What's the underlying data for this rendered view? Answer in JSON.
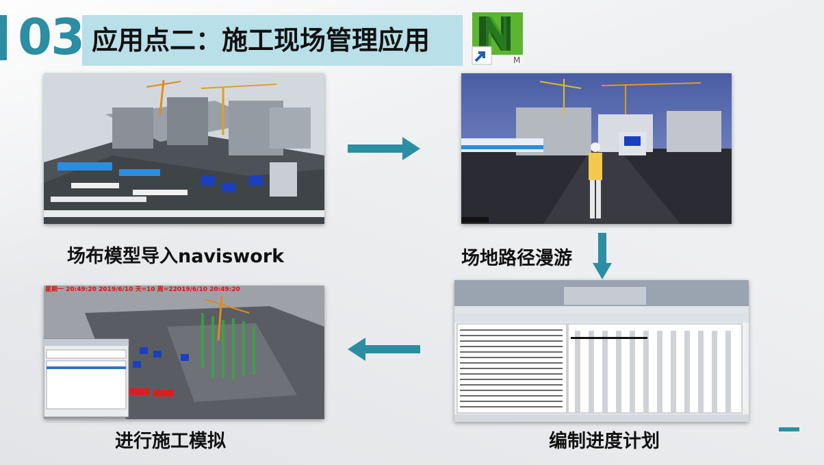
{
  "slide": {
    "section_number": "03",
    "title": "应用点二：施工现场管理应用",
    "app_icon_letter": "M"
  },
  "panels": [
    {
      "caption": "场布模型导入naviswork"
    },
    {
      "caption": "场地路径漫游"
    },
    {
      "caption": "编制进度计划"
    },
    {
      "caption": "进行施工模拟"
    }
  ],
  "simulation_overlay": "星期一 20:49:20 2019/6/10 天=10 周=22019/6/10 20:49:20",
  "colors": {
    "accent": "#2b8ea3",
    "title_bg": "#b9dfe8",
    "overlay_red": "#e01010"
  }
}
